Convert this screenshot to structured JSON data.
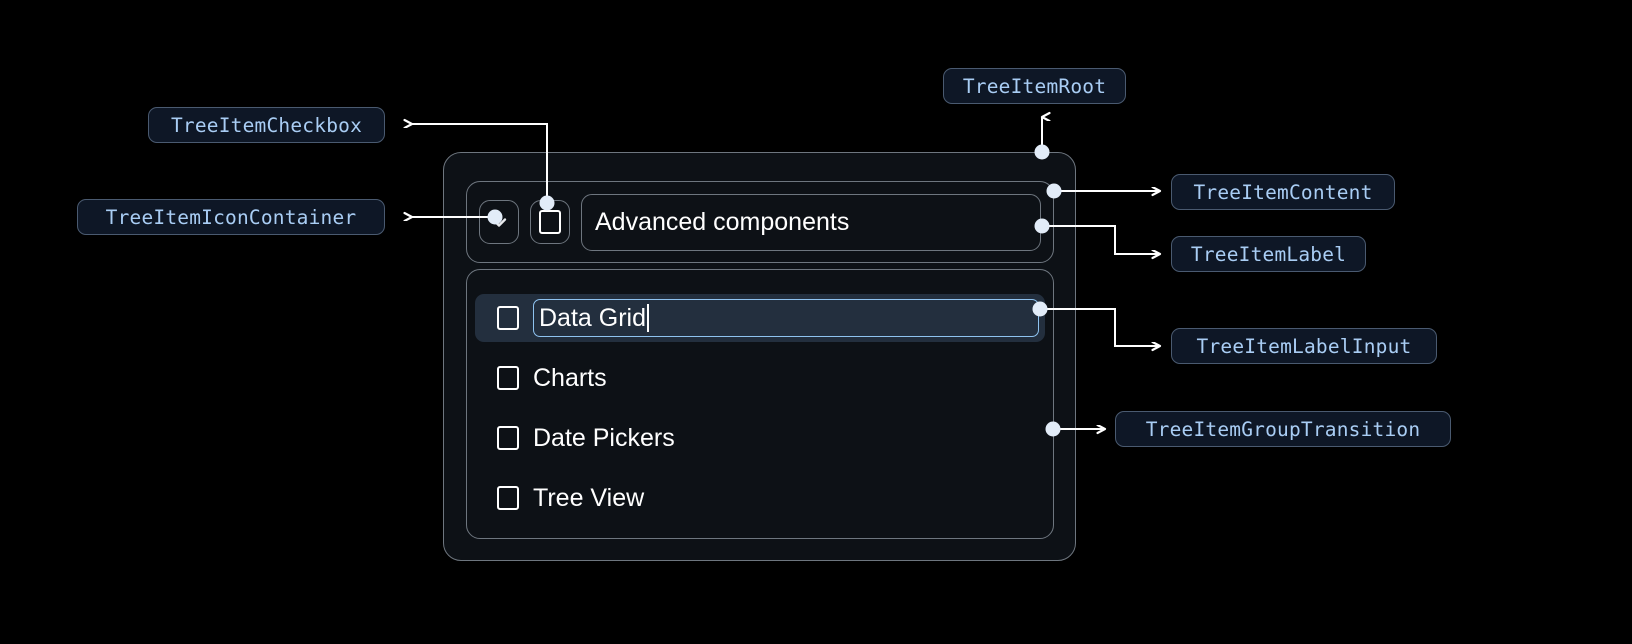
{
  "page": {
    "background": "#000000",
    "title": "Tree Item anatomy diagram"
  },
  "theme": {
    "chip_bg": "#0e1726",
    "chip_border": "#4a5a70",
    "chip_text": "#a9cdf4",
    "part_border": "#6e767f",
    "root_bg": "#0d1116",
    "selected_row_bg": "#232f3e",
    "input_border": "#8fc3f0",
    "connector": "#ffffff",
    "dot": "#e2ecf8",
    "label_text": "#ffffff"
  },
  "annotations": [
    {
      "id": "tree-item-checkbox",
      "label": "TreeItemCheckbox"
    },
    {
      "id": "tree-item-icon-container",
      "label": "TreeItemIconContainer"
    },
    {
      "id": "tree-item-root",
      "label": "TreeItemRoot"
    },
    {
      "id": "tree-item-content",
      "label": "TreeItemContent"
    },
    {
      "id": "tree-item-label",
      "label": "TreeItemLabel"
    },
    {
      "id": "tree-item-label-input",
      "label": "TreeItemLabelInput"
    },
    {
      "id": "tree-item-group-transition",
      "label": "TreeItemGroupTransition"
    }
  ],
  "tree": {
    "root_label": "Advanced components",
    "root_expanded": true,
    "root_checked": false,
    "icon": "chevron-down-icon",
    "children": [
      {
        "label": "Data Grid",
        "checked": false,
        "editing": true,
        "selected": true
      },
      {
        "label": "Charts",
        "checked": false,
        "editing": false,
        "selected": false
      },
      {
        "label": "Date Pickers",
        "checked": false,
        "editing": false,
        "selected": false
      },
      {
        "label": "Tree View",
        "checked": false,
        "editing": false,
        "selected": false
      }
    ],
    "editing_value": "Data Grid"
  }
}
